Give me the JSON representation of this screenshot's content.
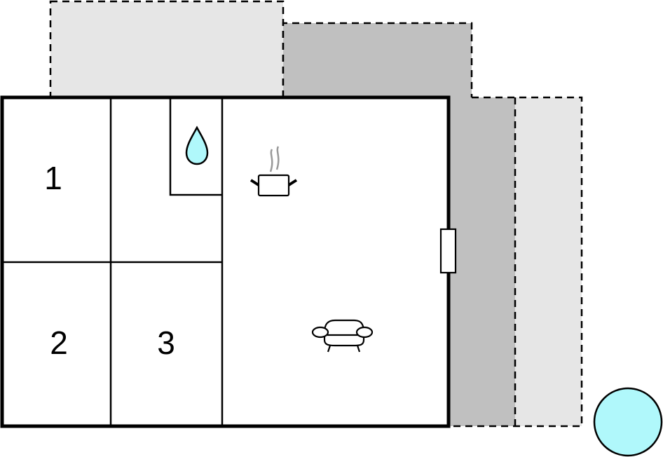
{
  "rooms": [
    {
      "label": "1"
    },
    {
      "label": "2"
    },
    {
      "label": "3"
    }
  ],
  "icons": {
    "bathroom": "water-drop-icon",
    "kitchen": "cooking-pot-icon",
    "living": "sofa-icon",
    "door": "door-icon",
    "pool": "pool-icon"
  },
  "colors": {
    "terrace_light": "#e6e6e6",
    "terrace_dark": "#c0c0c0",
    "water": "#b0f8fb",
    "wall": "#000000"
  }
}
